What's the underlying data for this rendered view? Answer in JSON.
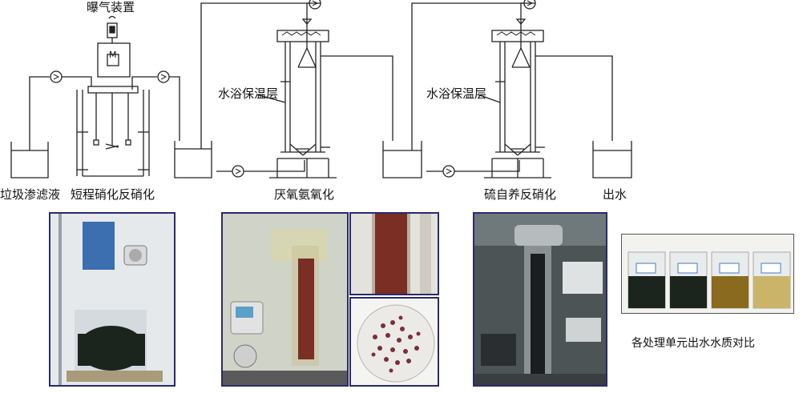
{
  "labels": {
    "aeration": "曝气装置",
    "leachate": "垃圾渗滤液",
    "short_nitrification": "短程硝化反硝化",
    "anammox": "厌氧氨氧化",
    "sulfur_denitrification": "硫自养反硝化",
    "effluent": "出水",
    "water_bath_1": "水浴保温层",
    "water_bath_2": "水浴保温层",
    "motor": "M",
    "comparison_caption": "各处理单元出水水质对比"
  },
  "colors": {
    "line": "#222222",
    "photo_border": "#2a2a6a",
    "sludge_dark": "#1c241e",
    "anammox_red": "#7a2e24",
    "effluent_yellow": "#c9b46a"
  }
}
